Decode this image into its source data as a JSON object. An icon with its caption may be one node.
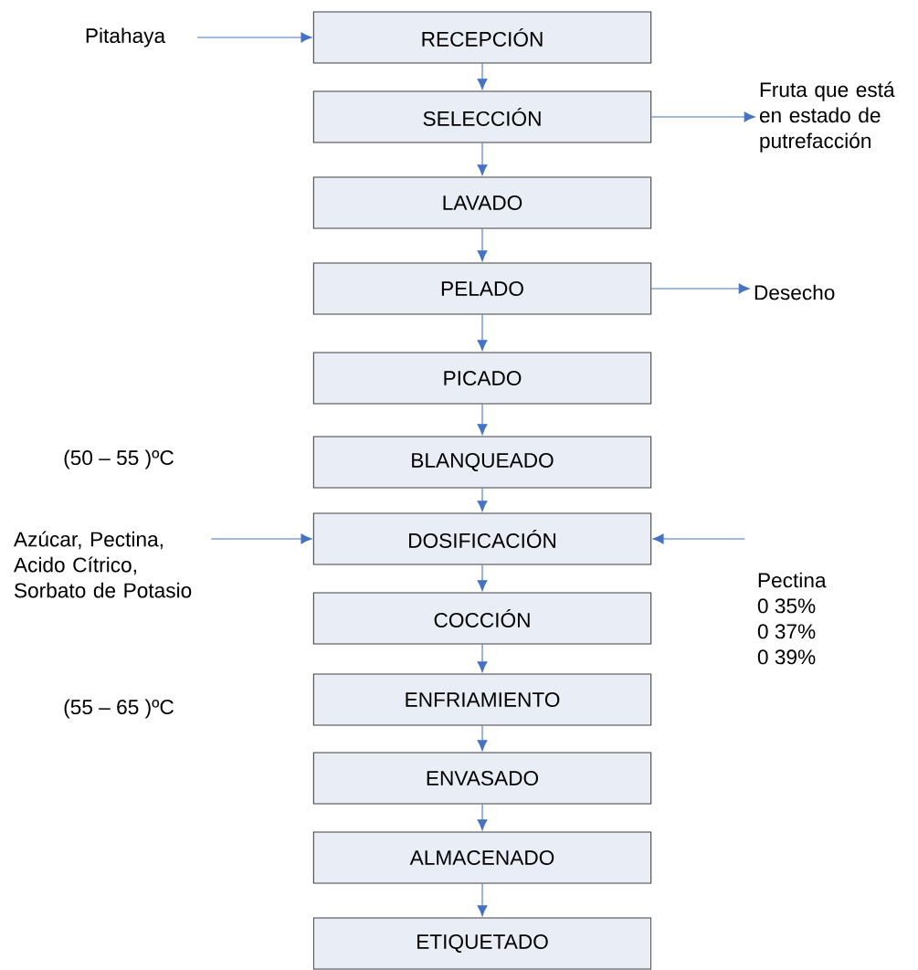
{
  "diagram": {
    "nodes": [
      {
        "text": [
          "RECEPCIÓN"
        ]
      },
      {
        "text": [
          "SELECCIÓN"
        ]
      },
      {
        "text": [
          "LAVADO"
        ]
      },
      {
        "text": [
          "PELADO"
        ]
      },
      {
        "text": [
          "PICADO"
        ]
      },
      {
        "text": [
          "BLANQUEADO"
        ]
      },
      {
        "text": [
          "DOSIFICACIÓN"
        ]
      },
      {
        "text": [
          "COCCIÓN"
        ]
      },
      {
        "text": [
          "ENFRIAMIENTO"
        ]
      },
      {
        "text": [
          "ENVASADO"
        ]
      },
      {
        "text": [
          "ALMACENADO"
        ]
      },
      {
        "text": [
          "ETIQUETADO"
        ]
      },
      {
        "text": [
          "Pitahaya"
        ]
      },
      {
        "text": [
          "Fruta que está en estado de putrefacción"
        ]
      },
      {
        "text": [
          "Desecho"
        ]
      },
      {
        "text": [
          "Azúcar, Pectina, Acido Cítrico, Sorbato de Potasio"
        ]
      },
      {
        "text": [
          "Pectina",
          "0 35%",
          "0 37%",
          "0 39%"
        ]
      }
    ],
    "edges": [
      {
        "from": 0,
        "to": 1,
        "arrow": "to"
      },
      {
        "from": 1,
        "to": 2,
        "arrow": "to"
      },
      {
        "from": 2,
        "to": 3,
        "arrow": "to"
      },
      {
        "from": 3,
        "to": 4,
        "arrow": "to"
      },
      {
        "from": 4,
        "to": 5,
        "arrow": "to"
      },
      {
        "from": 5,
        "to": 6,
        "arrow": "to"
      },
      {
        "from": 6,
        "to": 7,
        "arrow": "to"
      },
      {
        "from": 7,
        "to": 8,
        "arrow": "to"
      },
      {
        "from": 8,
        "to": 9,
        "arrow": "to"
      },
      {
        "from": 9,
        "to": 10,
        "arrow": "to"
      },
      {
        "from": 10,
        "to": 11,
        "arrow": "to"
      },
      {
        "from": 12,
        "to": 0,
        "arrow": "to"
      },
      {
        "from": 1,
        "to": 13,
        "arrow": "to"
      },
      {
        "from": 3,
        "to": 14,
        "arrow": "to"
      },
      {
        "from": 15,
        "to": 6,
        "arrow": "to"
      },
      {
        "from": 16,
        "to": 6,
        "arrow": "to"
      }
    ],
    "labels": [
      "(50 – 55 )ºC",
      "(55 – 65 )ºC"
    ]
  }
}
